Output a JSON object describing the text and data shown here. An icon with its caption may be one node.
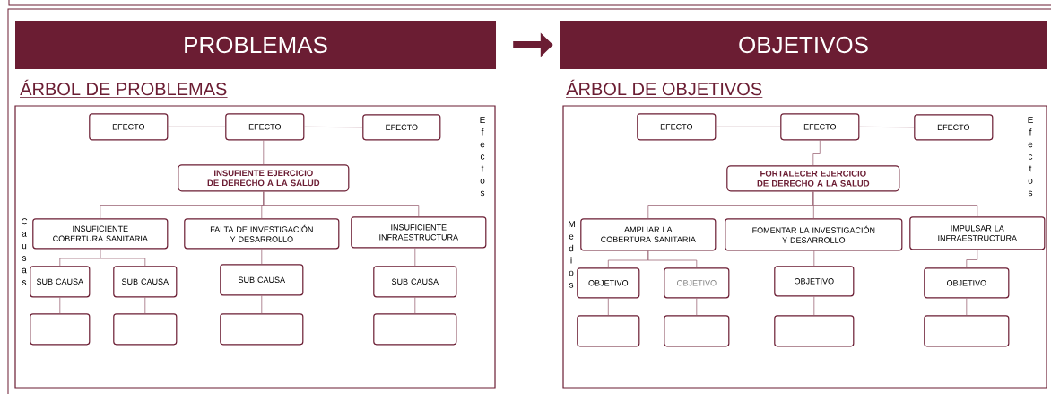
{
  "diagram": {
    "nodes": [
      {
        "text": [
          "PROBLEMAS"
        ]
      },
      {
        "text": [
          "OBJETIVOS"
        ]
      },
      {
        "text": [],
        "shape": "box"
      },
      {
        "text": [
          "EFECTO"
        ],
        "in": 2
      },
      {
        "text": [
          "EFECTO"
        ],
        "in": 2
      },
      {
        "text": [
          "EFECTO"
        ],
        "in": 2
      },
      {
        "text": [
          "INSUFIENTE EJERCICIO DE DERECHO A LA SALUD"
        ],
        "in": 2
      },
      {
        "text": [
          "INSUFICIENTE COBERTURA SANITARIA"
        ],
        "in": 2
      },
      {
        "text": [
          "FALTA DE INVESTIGACIÓN Y DESARROLLO"
        ],
        "in": 2
      },
      {
        "text": [
          "INSUFICIENTE INFRAESTRUCTURA"
        ],
        "in": 2
      },
      {
        "text": [
          "SUB CAUSA"
        ],
        "in": 2
      },
      {
        "text": [
          "SUB CAUSA"
        ],
        "in": 2
      },
      {
        "text": [
          "SUB CAUSA"
        ],
        "in": 2
      },
      {
        "text": [
          "SUB CAUSA"
        ],
        "in": 2
      },
      {
        "text": [],
        "shape": "box",
        "in": 2
      },
      {
        "text": [],
        "shape": "box",
        "in": 2
      },
      {
        "text": [],
        "shape": "box",
        "in": 2
      },
      {
        "text": [],
        "shape": "box",
        "in": 2
      },
      {
        "text": [],
        "shape": "box"
      },
      {
        "text": [
          "EFECTO"
        ],
        "in": 18
      },
      {
        "text": [
          "EFECTO"
        ],
        "in": 18
      },
      {
        "text": [
          "EFECTO"
        ],
        "in": 18
      },
      {
        "text": [
          "FORTALECER EJERCICIO DE DERECHO A LA SALUD"
        ],
        "in": 18
      },
      {
        "text": [
          "AMPLIAR LA COBERTURA SANITARIA"
        ],
        "in": 18
      },
      {
        "text": [
          "FOMENTAR LA INVESTIGACIÓN Y DESARROLLO"
        ],
        "in": 18
      },
      {
        "text": [
          "IMPULSAR LA INFRAESTRUCTURA"
        ],
        "in": 18
      },
      {
        "text": [
          "OBJETIVO"
        ],
        "in": 18
      },
      {
        "text": [
          "OBJETIVO"
        ],
        "in": 18
      },
      {
        "text": [
          "OBJETIVO"
        ],
        "in": 18
      },
      {
        "text": [
          "OBJETIVO"
        ],
        "in": 18
      },
      {
        "text": [],
        "shape": "box",
        "in": 18
      },
      {
        "text": [],
        "shape": "box",
        "in": 18
      },
      {
        "text": [],
        "shape": "box",
        "in": 18
      },
      {
        "text": [],
        "shape": "box",
        "in": 18
      }
    ],
    "edges": [
      {
        "from": 0,
        "to": 1,
        "arrow": "to",
        "style": "thick",
        "color": "#6b1d33"
      },
      {
        "from": 3,
        "to": 4,
        "arrow": "none"
      },
      {
        "from": 4,
        "to": 5,
        "arrow": "none"
      },
      {
        "from": 4,
        "to": 6,
        "arrow": "none"
      },
      {
        "from": 6,
        "to": 7,
        "arrow": "none"
      },
      {
        "from": 6,
        "to": 8,
        "arrow": "none"
      },
      {
        "from": 6,
        "to": 9,
        "arrow": "none"
      },
      {
        "from": 7,
        "to": 10,
        "arrow": "none"
      },
      {
        "from": 7,
        "to": 11,
        "arrow": "none"
      },
      {
        "from": 8,
        "to": 12,
        "arrow": "none"
      },
      {
        "from": 9,
        "to": 13,
        "arrow": "none"
      },
      {
        "from": 10,
        "to": 14,
        "arrow": "none"
      },
      {
        "from": 11,
        "to": 15,
        "arrow": "none"
      },
      {
        "from": 12,
        "to": 16,
        "arrow": "none"
      },
      {
        "from": 13,
        "to": 17,
        "arrow": "none"
      },
      {
        "from": 19,
        "to": 20,
        "arrow": "none"
      },
      {
        "from": 20,
        "to": 21,
        "arrow": "none"
      },
      {
        "from": 20,
        "to": 22,
        "arrow": "none"
      },
      {
        "from": 22,
        "to": 23,
        "arrow": "none"
      },
      {
        "from": 22,
        "to": 24,
        "arrow": "none"
      },
      {
        "from": 22,
        "to": 25,
        "arrow": "none"
      },
      {
        "from": 23,
        "to": 26,
        "arrow": "none"
      },
      {
        "from": 23,
        "to": 27,
        "arrow": "none"
      },
      {
        "from": 24,
        "to": 28,
        "arrow": "none"
      },
      {
        "from": 25,
        "to": 29,
        "arrow": "none"
      },
      {
        "from": 26,
        "to": 30,
        "arrow": "none"
      },
      {
        "from": 27,
        "to": 31,
        "arrow": "none"
      },
      {
        "from": 28,
        "to": 32,
        "arrow": "none"
      },
      {
        "from": 29,
        "to": 33,
        "arrow": "none"
      }
    ],
    "labels": [
      "ÁRBOL DE PROBLEMAS",
      "Efectos",
      "Causas",
      "ÁRBOL DE OBJETIVOS",
      "Efectos",
      "Medios"
    ]
  }
}
